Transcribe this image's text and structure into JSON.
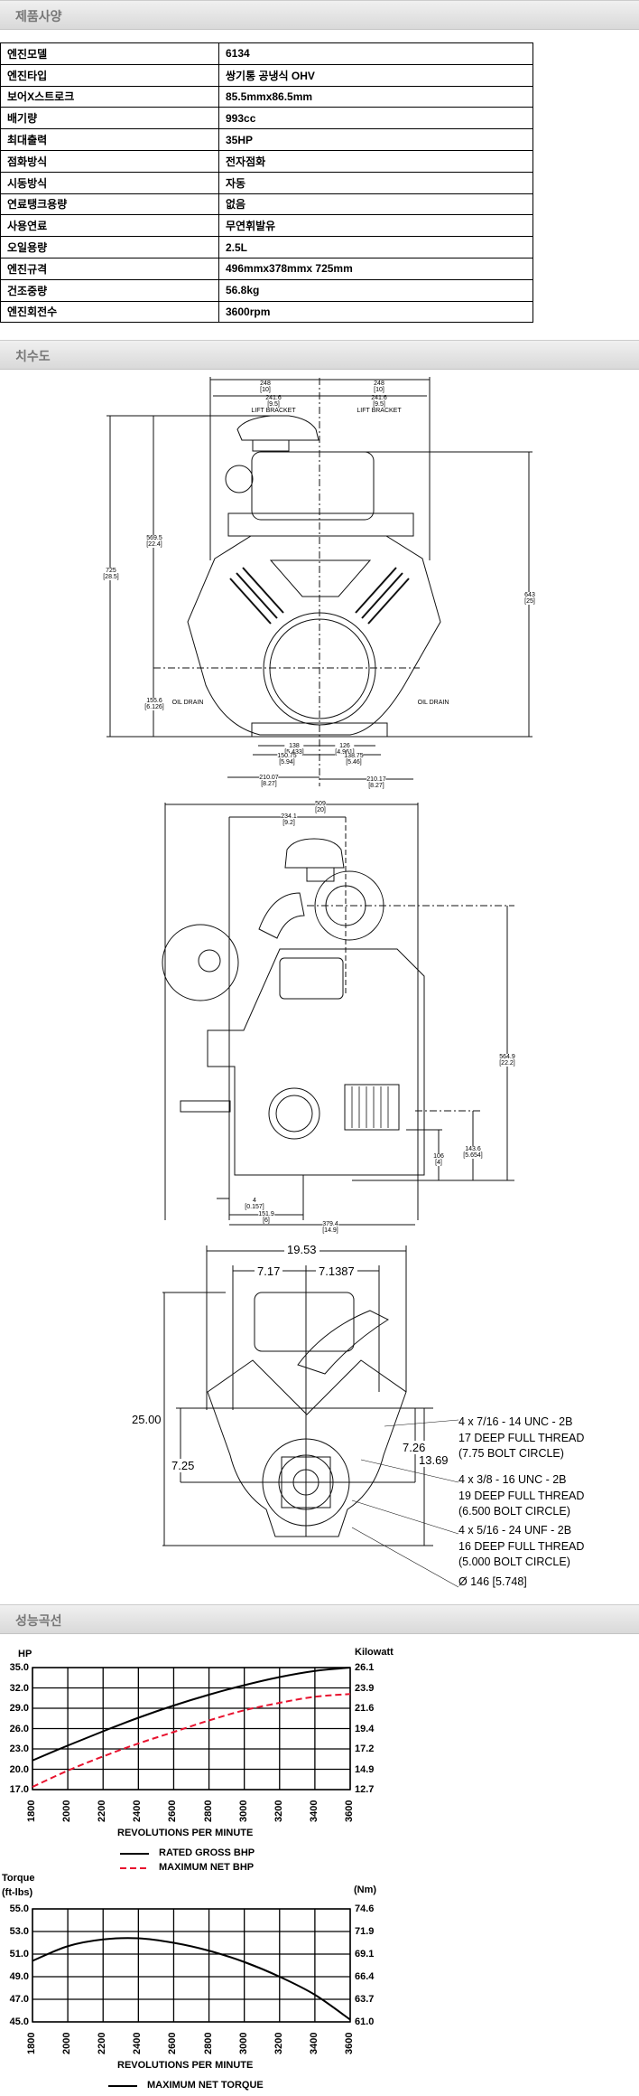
{
  "sections": {
    "spec": "제품사양",
    "dimensions": "치수도",
    "performance": "성능곡선"
  },
  "spec_rows": [
    {
      "label": "엔진모델",
      "value": "6134"
    },
    {
      "label": "엔진타입",
      "value": "쌍기통 공냉식 OHV"
    },
    {
      "label": "보어X스트로크",
      "value": "85.5mmx86.5mm"
    },
    {
      "label": "배기량",
      "value": "993cc"
    },
    {
      "label": "최대출력",
      "value": "35HP"
    },
    {
      "label": "점화방식",
      "value": "전자점화"
    },
    {
      "label": "시동방식",
      "value": "자동"
    },
    {
      "label": "연료탱크용량",
      "value": "없음"
    },
    {
      "label": "사용연료",
      "value": "무연휘발유"
    },
    {
      "label": "오일용량",
      "value": "2.5L"
    },
    {
      "label": "엔진규격",
      "value": "496mmx378mmx 725mm"
    },
    {
      "label": "건조중량",
      "value": "56.8kg"
    },
    {
      "label": "엔진회전수",
      "value": "3600rpm"
    }
  ],
  "front_view": {
    "w_left": "248\n[10]",
    "w_right": "248\n[10]",
    "lift_left": "241.6\n[9.5]\nLIFT BRACKET",
    "lift_right": "241.6\n[9.5]\nLIFT BRACKET",
    "h_total": "725\n[28.5]",
    "h_569": "569.5\n[22.4]",
    "h_643": "643\n[25]",
    "h_155": "155.6\n[6.126]",
    "oil_left": "OIL DRAIN",
    "oil_right": "OIL DRAIN",
    "b138": "138\n[5.433]",
    "b126": "126\n[4.961]",
    "b150": "150.75\n[5.94]",
    "b138_75": "138.75\n[5.46]",
    "b210_07": "210.07\n[8.27]",
    "b210_17": "210.17\n[8.27]"
  },
  "side_view": {
    "w509": "509\n[20]",
    "w234": "234.1\n[9.2]",
    "h564": "564.9\n[22.2]",
    "h143": "143.6\n[5.654]",
    "h106": "106\n[4]",
    "d4": "4\n[0.157]",
    "d151": "151.9\n[6]",
    "d379": "379.4\n[14.9]"
  },
  "flange_view": {
    "w": "19.53",
    "l": "7.17",
    "r": "7.1387",
    "h": "25.00",
    "a": "7.25",
    "b": "7.26",
    "c": "13.69",
    "notes": [
      [
        "4 x 7/16 - 14 UNC - 2B",
        "17 DEEP FULL THREAD",
        "(7.75 BOLT CIRCLE)"
      ],
      [
        "4 x 3/8 - 16 UNC - 2B",
        "19 DEEP FULL THREAD",
        " (6.500 BOLT CIRCLE)"
      ],
      [
        "4 x 5/16 - 24 UNF - 2B",
        "16 DEEP FULL THREAD",
        " (5.000 BOLT CIRCLE)"
      ],
      [
        "Ø 146 [5.748]"
      ]
    ]
  },
  "chart_data": [
    {
      "type": "line",
      "ylabel": "HP",
      "ylabel_right": "Kilowatt",
      "xlabel": "REVOLUTIONS PER MINUTE",
      "x": [
        1800,
        2000,
        2200,
        2400,
        2600,
        2800,
        3000,
        3200,
        3400,
        3600
      ],
      "yticks": [
        17.0,
        20.0,
        23.0,
        26.0,
        29.0,
        32.0,
        35.0
      ],
      "yticks_right": [
        "12.7",
        "14.9",
        "17.2",
        "19.4",
        "21.6",
        "23.9",
        "26.1"
      ],
      "ylim": [
        17,
        35
      ],
      "grid": true,
      "series": [
        {
          "name": "RATED GROSS BHP",
          "color": "#000000",
          "dash": false,
          "values": [
            21.3,
            23.5,
            25.6,
            27.6,
            29.4,
            31.0,
            32.4,
            33.6,
            34.5,
            35.0
          ]
        },
        {
          "name": "MAXIMUM NET BHP",
          "color": "#e8132f",
          "dash": true,
          "values": [
            17.4,
            19.8,
            21.9,
            23.8,
            25.5,
            27.2,
            28.7,
            29.8,
            30.7,
            31.1
          ]
        }
      ]
    },
    {
      "type": "line",
      "ylabel": "Torque\n(ft-lbs)",
      "ylabel_right": "(Nm)",
      "xlabel": "REVOLUTIONS PER MINUTE",
      "x": [
        1800,
        2000,
        2200,
        2400,
        2600,
        2800,
        3000,
        3200,
        3400,
        3600
      ],
      "yticks": [
        45.0,
        47.0,
        49.0,
        51.0,
        53.0,
        55.0
      ],
      "yticks_right": [
        "61.0",
        "63.7",
        "66.4",
        "69.1",
        "71.9",
        "74.6"
      ],
      "ylim": [
        45,
        55
      ],
      "grid": true,
      "series": [
        {
          "name": "MAXIMUM NET TORQUE",
          "color": "#000000",
          "dash": false,
          "values": [
            50.4,
            51.7,
            52.3,
            52.4,
            52.0,
            51.3,
            50.3,
            49.0,
            47.4,
            45.2
          ]
        }
      ]
    }
  ]
}
